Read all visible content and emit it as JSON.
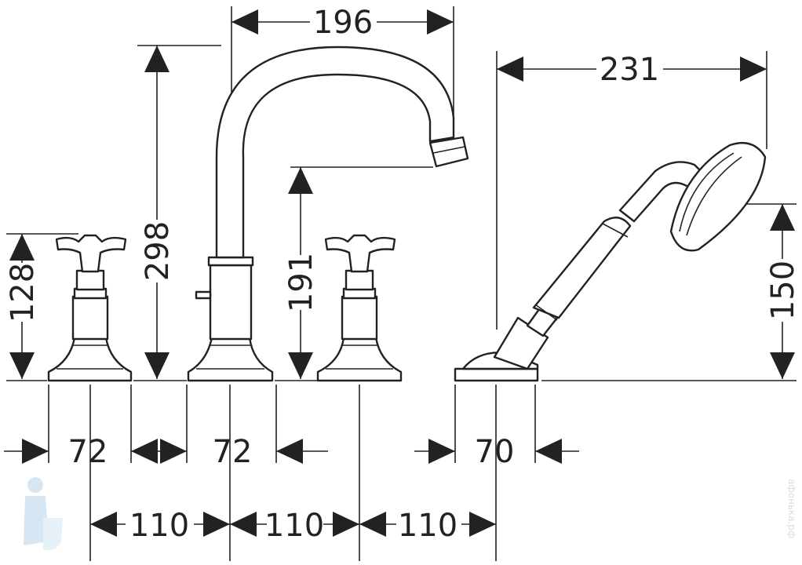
{
  "drawing": {
    "title": "Bath tap 4-hole mounting dimensions",
    "dimensions": {
      "spout_reach": "196",
      "shower_reach": "231",
      "spout_height": "298",
      "handle_height": "128",
      "spout_outlet_height": "191",
      "shower_height": "150",
      "handle_base_width": "72",
      "spout_base_width": "72",
      "shower_base_width": "70",
      "spacing_1": "110",
      "spacing_2": "110",
      "spacing_3": "110"
    },
    "watermark": "афонька.рф",
    "line_color": "#222222",
    "watermark_color": "#bcd8ec"
  }
}
